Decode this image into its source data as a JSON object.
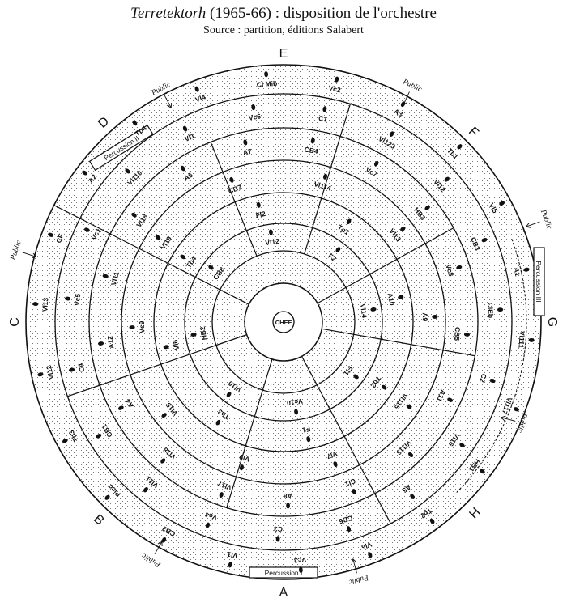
{
  "title": {
    "work": "Terretektorh",
    "rest": " (1965-66) : disposition de l'orchestre"
  },
  "subtitle": "Source : partition, éditions Salabert",
  "center": "CHEF",
  "sectors": [
    "A",
    "B",
    "C",
    "D",
    "E",
    "F",
    "G",
    "H"
  ],
  "public": [
    "Public",
    "Public",
    "Public",
    "Public",
    "Public",
    "Public",
    "Public"
  ],
  "percussion": [
    "Percussion I",
    "Percussion II",
    "Percussion III"
  ],
  "seats": [
    {
      "t": "Vl12"
    },
    {
      "t": "F2"
    },
    {
      "t": "Vl14"
    },
    {
      "t": "Fl1"
    },
    {
      "t": "Vc10"
    },
    {
      "t": "Vl10"
    },
    {
      "t": "HB2"
    },
    {
      "t": "CB8"
    },
    {
      "t": "Fl2"
    },
    {
      "t": "Tp1"
    },
    {
      "t": "A10"
    },
    {
      "t": "Tb2"
    },
    {
      "t": "F1"
    },
    {
      "t": "Tb3"
    },
    {
      "t": "Vl6"
    },
    {
      "t": "Tb4"
    },
    {
      "t": "CB7"
    },
    {
      "t": "Vl114"
    },
    {
      "t": "Vl13"
    },
    {
      "t": "A9"
    },
    {
      "t": "Vl115"
    },
    {
      "t": "Vl7"
    },
    {
      "t": "Vl9"
    },
    {
      "t": "Vl15"
    },
    {
      "t": "Vc9"
    },
    {
      "t": "Vl19"
    },
    {
      "t": "A7"
    },
    {
      "t": "CB4"
    },
    {
      "t": "Vc7"
    },
    {
      "t": "HB3"
    },
    {
      "t": "Vc8"
    },
    {
      "t": "CB5"
    },
    {
      "t": "A11"
    },
    {
      "t": "Vl113"
    },
    {
      "t": "Cl1"
    },
    {
      "t": "A8"
    },
    {
      "t": "Vl17"
    },
    {
      "t": "Vl18"
    },
    {
      "t": "A4"
    },
    {
      "t": "A12"
    },
    {
      "t": "Vl11"
    },
    {
      "t": "Vl18"
    },
    {
      "t": "A6"
    },
    {
      "t": "Vc6"
    },
    {
      "t": "C1"
    },
    {
      "t": "Vl123"
    },
    {
      "t": "Vl12"
    },
    {
      "t": "CB3"
    },
    {
      "t": "ClEb"
    },
    {
      "t": "C2"
    },
    {
      "t": "Vl16"
    },
    {
      "t": "A5"
    },
    {
      "t": "CB6"
    },
    {
      "t": "C3"
    },
    {
      "t": "Vc4"
    },
    {
      "t": "Vl11"
    },
    {
      "t": "CB1"
    },
    {
      "t": "C4"
    },
    {
      "t": "Vc5"
    },
    {
      "t": "Vc1"
    },
    {
      "t": "Vl110"
    },
    {
      "t": "Vl1"
    },
    {
      "t": "Cl Mib"
    },
    {
      "t": "Vc2"
    },
    {
      "t": "A3"
    },
    {
      "t": "Tb1"
    },
    {
      "t": "Vl5"
    },
    {
      "t": "A1"
    },
    {
      "t": "Vl111"
    },
    {
      "t": "Vl117"
    },
    {
      "t": "HB1"
    },
    {
      "t": "Tp2"
    },
    {
      "t": "Vl6"
    },
    {
      "t": "Vc3"
    },
    {
      "t": "Vl1"
    },
    {
      "t": "CB2"
    },
    {
      "t": "Picc"
    },
    {
      "t": "Tb3"
    },
    {
      "t": "Vl12"
    },
    {
      "t": "Vl13"
    },
    {
      "t": "CF"
    },
    {
      "t": "A2"
    },
    {
      "t": "Tp4"
    },
    {
      "t": "Vl4"
    }
  ]
}
